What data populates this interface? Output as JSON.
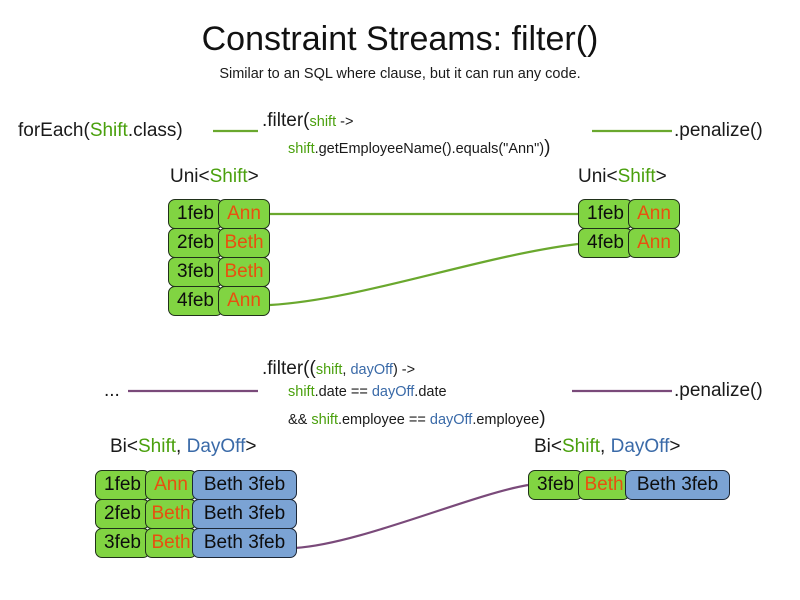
{
  "slide": {
    "title": "Constraint Streams: filter()",
    "subtitle": "Similar to an SQL where clause, but it can run any code."
  },
  "colors": {
    "shift_green": "#4aa00d",
    "dayoff_blue": "#3a6aa8",
    "cell_green": "#81d442",
    "cell_blue": "#7ba3d4",
    "name_orange": "#e8500f",
    "wire_green": "#6aa82e",
    "wire_purple": "#7a4a7a"
  },
  "uni_section": {
    "source_label": {
      "pre": "forEach(",
      "type": "Shift",
      "post": ".class)"
    },
    "filter": {
      "line1_pre": ".filter(",
      "line1_var": "shift",
      "line1_post": " ->",
      "line2_var": "shift",
      "line2_post": ".getEmployeeName().equals(\"Ann\")",
      "closing": ")"
    },
    "penalize": ".penalize()",
    "input_stream_label": {
      "pre": "Uni<",
      "type": "Shift",
      "post": ">"
    },
    "output_stream_label": {
      "pre": "Uni<",
      "type": "Shift",
      "post": ">"
    },
    "input_rows": [
      {
        "date": "1feb",
        "name": "Ann"
      },
      {
        "date": "2feb",
        "name": "Beth"
      },
      {
        "date": "3feb",
        "name": "Beth"
      },
      {
        "date": "4feb",
        "name": "Ann"
      }
    ],
    "output_rows": [
      {
        "date": "1feb",
        "name": "Ann"
      },
      {
        "date": "4feb",
        "name": "Ann"
      }
    ]
  },
  "bi_section": {
    "source_label": "...",
    "filter": {
      "line1_pre": ".filter((",
      "line1_var1": "shift",
      "line1_sep": ", ",
      "line1_var2": "dayOff",
      "line1_post": ") ->",
      "line2_var1": "shift",
      "line2_mid": ".date == ",
      "line2_var2": "dayOff",
      "line2_post": ".date",
      "line3_pre": "&& ",
      "line3_var1": "shift",
      "line3_mid": ".employee == ",
      "line3_var2": "dayOff",
      "line3_post": ".employee",
      "closing": ")"
    },
    "penalize": ".penalize()",
    "input_stream_label": {
      "pre": "Bi<",
      "type1": "Shift",
      "sep": ", ",
      "type2": "DayOff",
      "post": ">"
    },
    "output_stream_label": {
      "pre": "Bi<",
      "type1": "Shift",
      "sep": ", ",
      "type2": "DayOff",
      "post": ">"
    },
    "input_rows": [
      {
        "date": "1feb",
        "name": "Ann",
        "dayoff": "Beth 3feb"
      },
      {
        "date": "2feb",
        "name": "Beth",
        "dayoff": "Beth 3feb"
      },
      {
        "date": "3feb",
        "name": "Beth",
        "dayoff": "Beth 3feb"
      }
    ],
    "output_rows": [
      {
        "date": "3feb",
        "name": "Beth",
        "dayoff": "Beth 3feb"
      }
    ]
  }
}
